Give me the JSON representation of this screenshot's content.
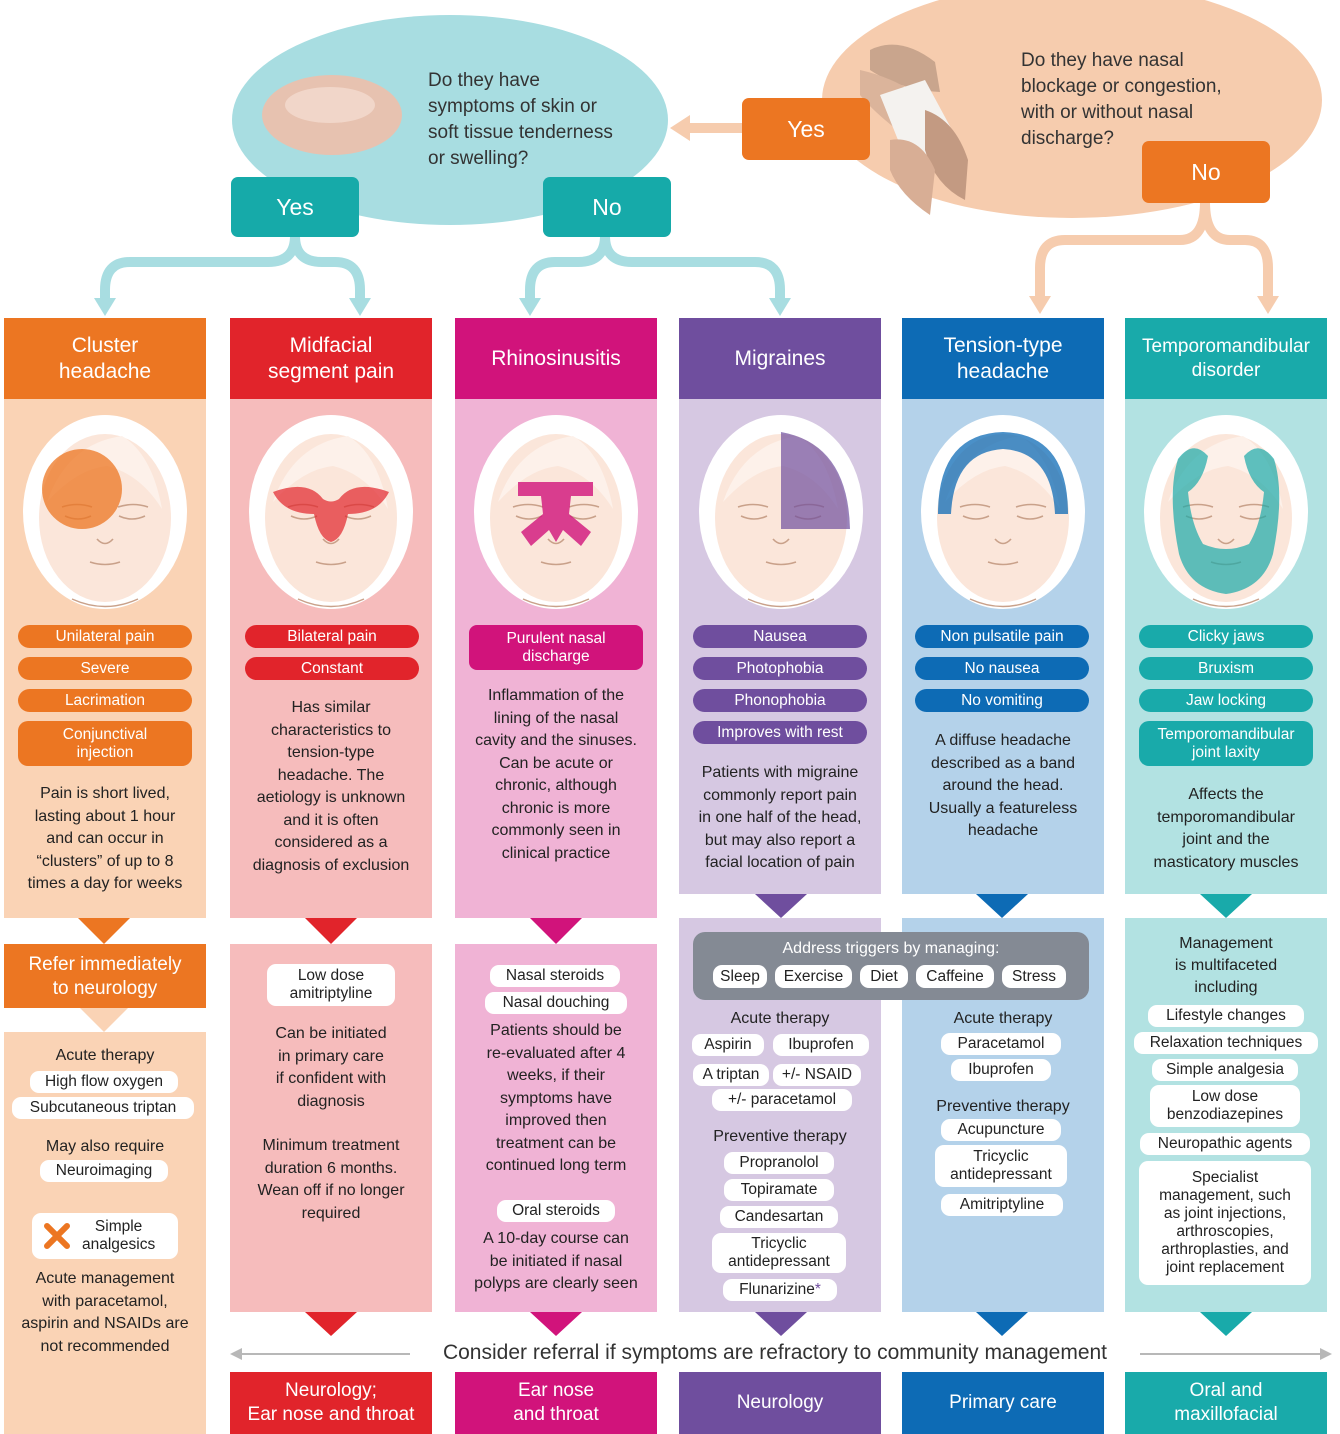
{
  "top": {
    "q_skin": [
      "Do they have",
      "symptoms of skin or",
      "soft tissue tenderness",
      "or swelling?"
    ],
    "q_nasal": [
      "Do they have nasal",
      "blockage or congestion,",
      "with or without nasal",
      "discharge?"
    ],
    "yes_nasal": "Yes",
    "no_nasal": "No",
    "yes_skin": "Yes",
    "no_skin": "No"
  },
  "colors": {
    "orange": "#ec7622",
    "red": "#e1242b",
    "magenta": "#d1137b",
    "purple": "#6f4e9e",
    "blue": "#0d6bb5",
    "teal": "#19aaaa"
  },
  "columns": [
    {
      "title": [
        "Cluster",
        "headache"
      ],
      "pills": [
        [
          "Unilateral pain"
        ],
        [
          "Severe"
        ],
        [
          "Lacrimation"
        ],
        [
          "Conjunctival",
          "injection"
        ]
      ],
      "desc": [
        "Pain is short lived,",
        "lasting about 1 hour",
        "and can occur in",
        "“clusters” of up to 8",
        "times a day for weeks"
      ]
    },
    {
      "title": [
        "Midfacial",
        "segment pain"
      ],
      "pills": [
        [
          "Bilateral pain"
        ],
        [
          "Constant"
        ]
      ],
      "desc": [
        "Has similar",
        "characteristics to",
        "tension-type",
        "headache. The",
        "aetiology is unknown",
        "and it is often",
        "considered as a",
        "diagnosis of exclusion"
      ]
    },
    {
      "title": [
        "Rhinosinusitis"
      ],
      "pills": [
        [
          "Purulent nasal",
          "discharge"
        ]
      ],
      "desc": [
        "Inflammation of the",
        "lining of the nasal",
        "cavity and the sinuses.",
        "Can be acute or",
        "chronic, although",
        "chronic is more",
        "commonly seen in",
        "clinical practice"
      ]
    },
    {
      "title": [
        "Migraines"
      ],
      "pills": [
        [
          "Nausea"
        ],
        [
          "Photophobia"
        ],
        [
          "Phonophobia"
        ],
        [
          "Improves with rest"
        ]
      ],
      "desc": [
        "Patients with migraine",
        "commonly report pain",
        "in one half of the head,",
        "but may also report a",
        "facial location of pain"
      ]
    },
    {
      "title": [
        "Tension-type",
        "headache"
      ],
      "pills": [
        [
          "Non pulsatile pain"
        ],
        [
          "No nausea"
        ],
        [
          "No vomiting"
        ]
      ],
      "desc": [
        "A diffuse headache",
        "described as a band",
        "around the head.",
        "Usually a featureless",
        "headache"
      ]
    },
    {
      "title": [
        "Temporomandibular",
        "disorder"
      ],
      "pills": [
        [
          "Clicky jaws"
        ],
        [
          "Bruxism"
        ],
        [
          "Jaw locking"
        ],
        [
          "Temporomandibular",
          "joint laxity"
        ]
      ],
      "desc": [
        "Affects the",
        "temporomandibular",
        "joint and the",
        "masticatory muscles"
      ]
    }
  ],
  "mgmt": {
    "cluster": {
      "refer": [
        "Refer immediately",
        "to neurology"
      ],
      "acute_title": "Acute therapy",
      "acute": [
        "High flow oxygen",
        "Subcutaneous triptan"
      ],
      "also_title": "May also require",
      "also": [
        "Neuroimaging"
      ],
      "cross": [
        "Simple",
        "analgesics"
      ],
      "note": [
        "Acute management",
        "with paracetamol,",
        "aspirin and NSAIDs are",
        "not recommended"
      ]
    },
    "midfacial": {
      "pill": [
        "Low dose",
        "amitriptyline"
      ],
      "t1": [
        "Can be initiated",
        "in primary care",
        "if confident with",
        "diagnosis"
      ],
      "t2": [
        "Minimum treatment",
        "duration 6 months.",
        "Wean off if no longer",
        "required"
      ]
    },
    "rhino": {
      "pills": [
        "Nasal steroids",
        "Nasal douching"
      ],
      "t1": [
        "Patients should be",
        "re-evaluated after 4",
        "weeks, if their",
        "symptoms have",
        "improved then",
        "treatment can be",
        "continued long term"
      ],
      "pill2": "Oral steroids",
      "t2": [
        "A 10-day course can",
        "be initiated if nasal",
        "polyps are clearly seen"
      ]
    },
    "triggers": {
      "title": "Address triggers by managing:",
      "items": [
        "Sleep",
        "Exercise",
        "Diet",
        "Caffeine",
        "Stress"
      ]
    },
    "migraine": {
      "acute_title": "Acute therapy",
      "acute": [
        "Aspirin",
        "Ibuprofen",
        "A triptan",
        "+/- NSAID",
        "+/- paracetamol"
      ],
      "prev_title": "Preventive therapy",
      "prev": [
        [
          "Propranolol"
        ],
        [
          "Topiramate"
        ],
        [
          "Candesartan"
        ],
        [
          "Tricyclic",
          "antidepressant"
        ],
        [
          "Flunarizine"
        ]
      ],
      "asterisk": "*"
    },
    "tension": {
      "acute_title": "Acute therapy",
      "acute": [
        "Paracetamol",
        "Ibuprofen"
      ],
      "prev_title": "Preventive therapy",
      "prev": [
        [
          "Acupuncture"
        ],
        [
          "Tricyclic",
          "antidepressant"
        ],
        [
          "Amitriptyline"
        ]
      ]
    },
    "tmd": {
      "intro": [
        "Management",
        "is multifaceted",
        "including"
      ],
      "items": [
        [
          "Lifestyle changes"
        ],
        [
          "Relaxation techniques"
        ],
        [
          "Simple analgesia"
        ],
        [
          "Low dose",
          "benzodiazepines"
        ],
        [
          "Neuropathic agents"
        ],
        [
          "Specialist",
          "management, such",
          "as joint injections,",
          "arthroscopies,",
          "arthroplasties, and",
          "joint replacement"
        ]
      ]
    }
  },
  "referral": {
    "text": "Consider referral if symptoms are refractory to community management",
    "destinations": [
      [
        "Neurology;",
        "Ear nose and throat"
      ],
      [
        "Ear nose",
        "and throat"
      ],
      [
        "Neurology"
      ],
      [
        "Primary care"
      ],
      [
        "Oral and",
        "maxillofacial"
      ]
    ]
  }
}
